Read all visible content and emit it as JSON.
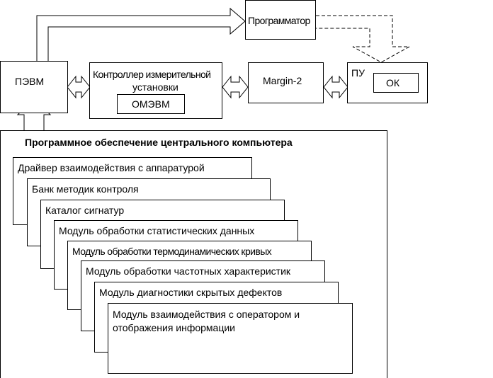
{
  "nodes": {
    "pevm": "ПЭВМ",
    "programmer": "Программатор",
    "controller_line1": "Контроллер измерительной",
    "controller_line2": "установки",
    "omevm": "ОМЭВМ",
    "margin": "Margin-2",
    "pu": "ПУ",
    "ok": "ОК"
  },
  "software": {
    "title": "Программное обеспечение центрального компьютера",
    "modules": [
      "Драйвер взаимодействия с аппаратурой",
      "Банк методик контроля",
      "Каталог сигнатур",
      "Модуль обработки статистических данных",
      "Модуль обработки термодинамических кривых",
      "Модуль обработки частотных характеристик",
      "Модуль диагностики скрытых дефектов",
      "Модуль взаимодействия с оператором и отображения информации"
    ]
  }
}
